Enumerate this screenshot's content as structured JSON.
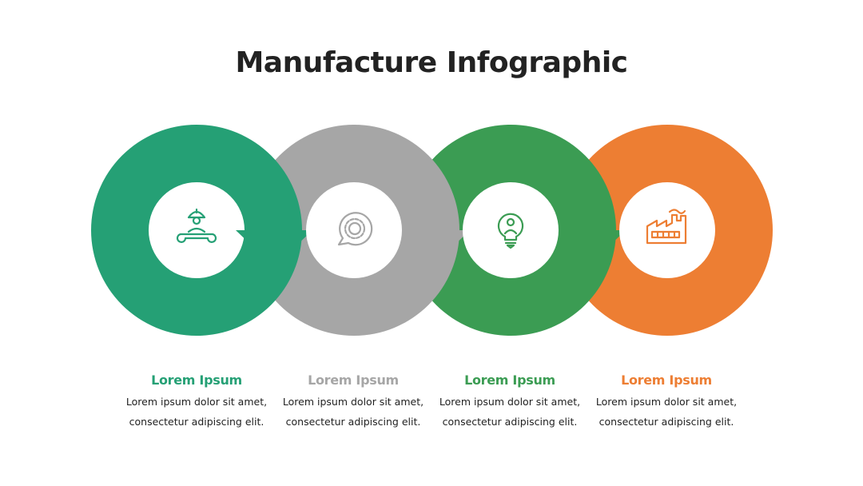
{
  "title": "Manufacture Infographic",
  "colors": {
    "step1": "#25A075",
    "step2": "#A6A6A6",
    "step3": "#3B9C53",
    "step4": "#ED7E33",
    "text": "#222222"
  },
  "steps": [
    {
      "icon": "worker-with-wrench-icon",
      "heading": "Lorem Ipsum",
      "line1": "Lorem ipsum dolor sit amet,",
      "line2": "consectetur adipiscing elit."
    },
    {
      "icon": "gear-speech-bubble-icon",
      "heading": "Lorem Ipsum",
      "line1": "Lorem ipsum dolor sit amet,",
      "line2": "consectetur adipiscing elit."
    },
    {
      "icon": "person-lightbulb-icon",
      "heading": "Lorem Ipsum",
      "line1": "Lorem ipsum dolor sit amet,",
      "line2": "consectetur adipiscing elit."
    },
    {
      "icon": "factory-icon",
      "heading": "Lorem Ipsum",
      "line1": "Lorem ipsum dolor sit amet,",
      "line2": "consectetur adipiscing elit."
    }
  ]
}
